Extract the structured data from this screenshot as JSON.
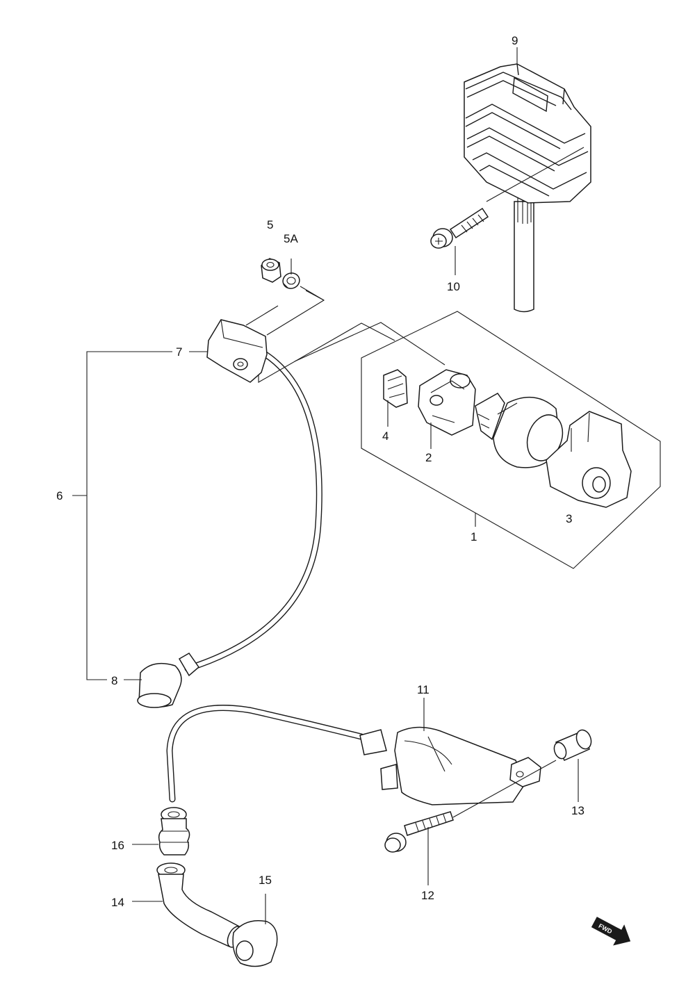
{
  "diagram": {
    "callouts": {
      "c1": "1",
      "c2": "2",
      "c3": "3",
      "c4": "4",
      "c5": "5",
      "c5a": "5A",
      "c6": "6",
      "c7": "7",
      "c8": "8",
      "c9": "9",
      "c10": "10",
      "c11": "11",
      "c12": "12",
      "c13": "13",
      "c14": "14",
      "c15": "15",
      "c16": "16"
    },
    "direction_badge": "FWD"
  }
}
